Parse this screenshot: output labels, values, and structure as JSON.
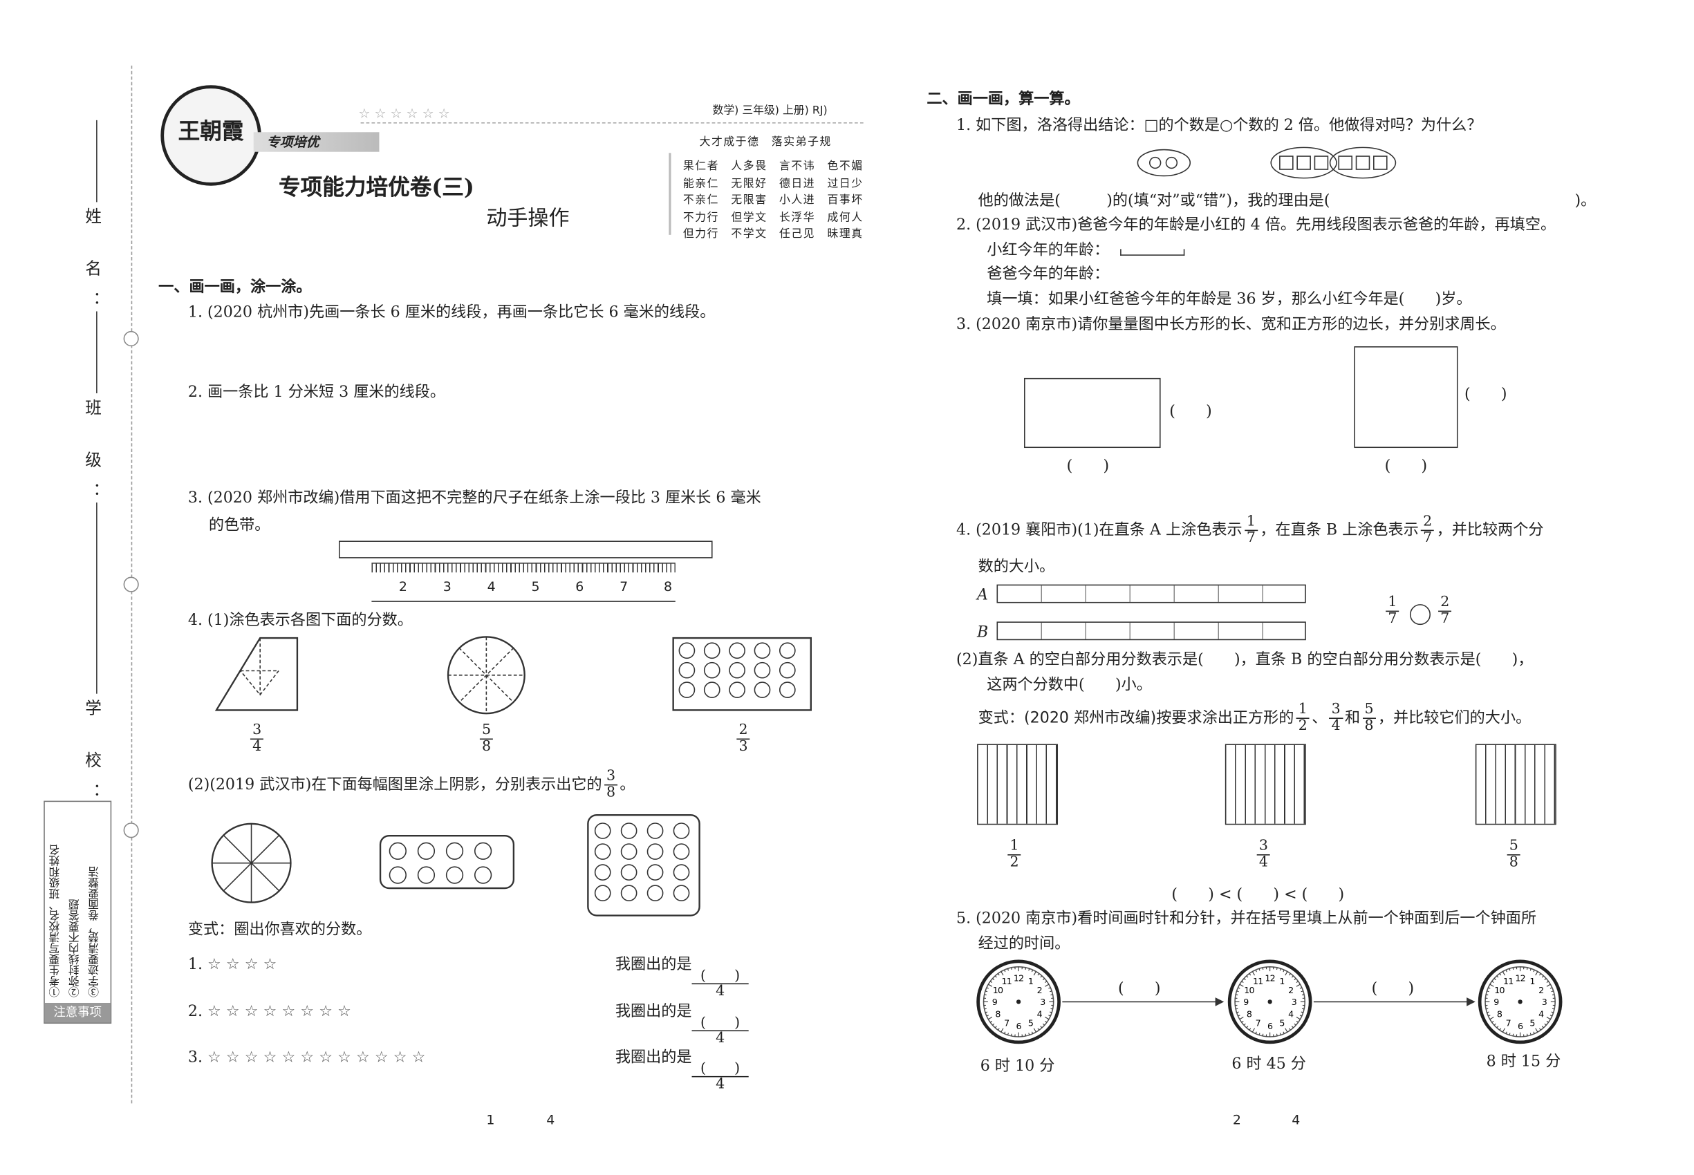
{
  "margin": {
    "name_label": "姓 名：",
    "class_label": "班 级：",
    "school_label": "学 校：",
    "notes_title": "注意事项",
    "notes": [
      "①考生要写清校名、班级和姓名",
      "②弥封线内不要答题",
      "③字迹要清楚，卷面要整洁"
    ]
  },
  "header": {
    "brand": "王朝霞",
    "banner": "专项培优",
    "stars": "☆ ☆ ☆ ☆ ☆ ☆",
    "tags": [
      "数学",
      "三年级",
      "上册",
      "RJ"
    ],
    "poem_title": "大才成于德　落实弟子规",
    "poem": [
      [
        "果仁者",
        "人多畏",
        "言不讳",
        "色不媚"
      ],
      [
        "能亲仁",
        "无限好",
        "德日进",
        "过日少"
      ],
      [
        "不亲仁",
        "无限害",
        "小人进",
        "百事坏"
      ],
      [
        "不力行",
        "但学文",
        "长浮华",
        "成何人"
      ],
      [
        "但力行",
        "不学文",
        "任己见",
        "昧理真"
      ]
    ],
    "title": "专项能力培优卷(三)",
    "subtitle": "动手操作"
  },
  "left": {
    "section1": "一、画一画，涂一涂。",
    "q1": "1. (2020 杭州市)先画一条长 6 厘米的线段，再画一条比它长 6 毫米的线段。",
    "q2": "2. 画一条比 1 分米短 3 厘米的线段。",
    "q3a": "3. (2020 郑州市改编)借用下面这把不完整的尺子在纸条上涂一段比 3 厘米长 6 毫米",
    "q3b": "的色带。",
    "ruler_ticks": [
      "2",
      "3",
      "4",
      "5",
      "6",
      "7",
      "8"
    ],
    "q4": "4. (1)涂色表示各图下面的分数。",
    "q4_fracs": [
      [
        "3",
        "4"
      ],
      [
        "5",
        "8"
      ],
      [
        "2",
        "3"
      ]
    ],
    "q4b": "(2)(2019 武汉市)在下面每幅图里涂上阴影，分别表示出它的",
    "q4b_frac": [
      "3",
      "8"
    ],
    "variant": "变式：圈出你喜欢的分数。",
    "star_rows": [
      {
        "label": "1.",
        "stars": "☆ ☆ ☆ ☆"
      },
      {
        "label": "2.",
        "stars": "☆ ☆ ☆ ☆ ☆ ☆ ☆ ☆"
      },
      {
        "label": "3.",
        "stars": "☆ ☆ ☆ ☆ ☆ ☆ ☆ ☆ ☆ ☆ ☆ ☆"
      }
    ],
    "circled": "我圈出的是",
    "denom": "4",
    "paren": "(　　)",
    "page": [
      "1",
      "4"
    ]
  },
  "right": {
    "section2": "二、画一画，算一算。",
    "q1": "1. 如下图，洛洛得出结论：□的个数是○个数的 2 倍。他做得对吗？为什么？",
    "q1_ans": "他的做法是(　　　)的(填“对”或“错”)，我的理由是(　　　　　　　　　　　　　　　　)。",
    "q2": "2. (2019 武汉市)爸爸今年的年龄是小红的 4 倍。先用线段图表示爸爸的年龄，再填空。",
    "q2_l1": "小红今年的年龄：",
    "q2_l2": "爸爸今年的年龄：",
    "q2_fill": "填一填：如果小红爸爸今年的年龄是 36 岁，那么小红今年是(　　)岁。",
    "q3": "3. (2020 南京市)请你量量图中长方形的长、宽和正方形的边长，并分别求周长。",
    "paren": "(　　)",
    "q4a": "4. (2019 襄阳市)(1)在直条 A 上涂色表示",
    "q4a2": "，在直条 B 上涂色表示",
    "q4a3": "，并比较两个分",
    "q4b": "数的大小。",
    "bar_a": "A",
    "bar_b": "B",
    "f17": [
      "1",
      "7"
    ],
    "f27": [
      "2",
      "7"
    ],
    "q4c": "(2)直条 A 的空白部分用分数表示是(　　)，直条 B 的空白部分用分数表示是(　　)，",
    "q4d": "这两个分数中(　　)小。",
    "variant": "变式：(2020 郑州市改编)按要求涂出正方形的",
    "variant_end": "，并比较它们的大小。",
    "vfracs": [
      [
        "1",
        "2"
      ],
      [
        "3",
        "4"
      ],
      [
        "5",
        "8"
      ]
    ],
    "ineq": "(　　) < (　　) < (　　)",
    "q5a": "5. (2020 南京市)看时间画时针和分针，并在括号里填上从前一个钟面到后一个钟面所",
    "q5b": "经过的时间。",
    "clocks": [
      "6 时 10 分",
      "6 时 45 分",
      "8 时 15 分"
    ],
    "page": [
      "2",
      "4"
    ]
  }
}
